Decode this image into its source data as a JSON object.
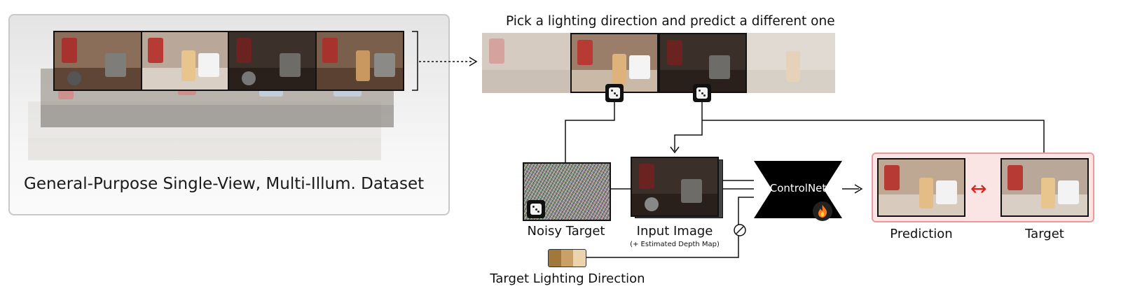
{
  "dataset": {
    "caption": "General-Purpose Single-View, Multi-Illum. Dataset"
  },
  "strip": {
    "title": "Pick a lighting direction and predict a different one"
  },
  "pipeline": {
    "noisy_target": "Noisy Target",
    "input_image": "Input Image",
    "input_image_sub": "(+ Estimated Depth Map)",
    "controlnet": "ControlNet",
    "prediction": "Prediction",
    "target": "Target",
    "target_lighting": "Target Lighting Direction"
  },
  "icons": {
    "dice": "dice-icon",
    "flame": "flame-icon",
    "concat": "concatenate-icon",
    "compare": "double-arrow-icon"
  },
  "colors": {
    "compare_accent": "#e0201c",
    "prediction_panel": "#fbe4e4",
    "controlnet_fill": "#000000",
    "lighting_swatches": [
      "#a0783a",
      "#c9a167",
      "#ebd3ad"
    ]
  }
}
